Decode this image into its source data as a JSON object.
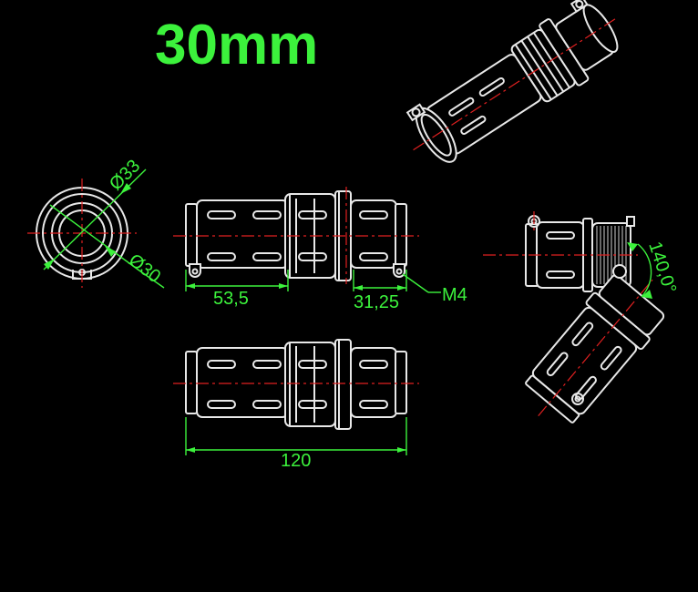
{
  "title": "30mm",
  "dimensions": {
    "dia_outer": "Ø33",
    "dia_inner": "Ø30",
    "len_left": "53,5",
    "len_right": "31,25",
    "screw": "M4",
    "total_length": "120",
    "angle": "140,0°"
  },
  "colors": {
    "background": "#000000",
    "dimension": "#3cf23c",
    "outline": "#e8e8e8",
    "centerline": "#e02020"
  }
}
